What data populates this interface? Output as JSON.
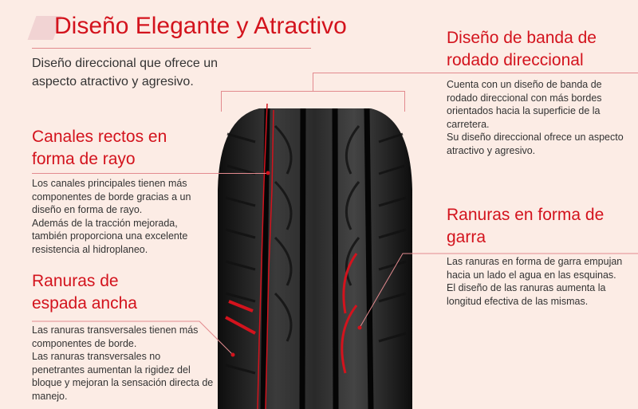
{
  "main": {
    "title": "Diseño Elegante y Atractivo",
    "subtitle": "Diseño direccional que ofrece un aspecto atractivo y agresivo."
  },
  "features": [
    {
      "title": "Diseño de banda de rodado direccional",
      "text": "Cuenta con un diseño de banda de rodado direccional con más bordes orientados hacia la superficie de la carretera.\nSu diseño direccional ofrece un aspecto atractivo y agresivo."
    },
    {
      "title": "Canales rectos en forma de rayo",
      "text": "Los canales principales tienen más componentes de borde gracias a un diseño en forma de rayo.\nAdemás de la tracción mejorada, también proporciona una excelente resistencia al hidroplaneo."
    },
    {
      "title": "Ranuras en forma de garra",
      "text": "Las ranuras en forma de garra empujan hacia un lado el agua en las esquinas.\nEl diseño de las ranuras aumenta la longitud efectiva de las mismas."
    },
    {
      "title": "Ranuras de espada ancha",
      "text": "Las ranuras transversales tienen más componentes de borde.\nLas ranuras transversales no penetrantes aumentan la rigidez del bloque y mejoran la sensación directa de manejo."
    }
  ],
  "colors": {
    "accent": "#d3131d",
    "background": "#fcece5"
  }
}
